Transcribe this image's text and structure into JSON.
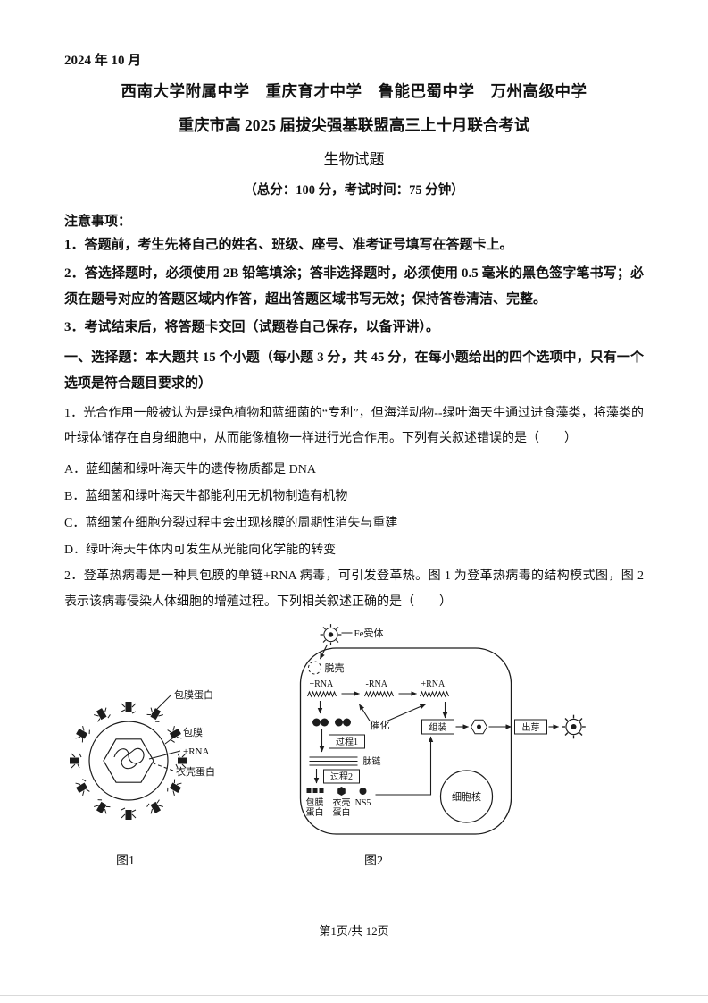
{
  "doc": {
    "date": "2024 年 10 月",
    "schools": "西南大学附属中学　重庆育才中学　鲁能巴蜀中学　万州高级中学",
    "title": "重庆市高 2025 届拔尖强基联盟高三上十月联合考试",
    "subject": "生物试题",
    "info": "（总分：100 分，考试时间：75 分钟）",
    "notice_heading": "注意事项：",
    "notices": [
      "1．答题前，考生先将自己的姓名、班级、座号、准考证号填写在答题卡上。",
      "2．答选择题时，必须使用 2B 铅笔填涂；答非选择题时，必须使用 0.5 毫米的黑色签字笔书写；必须在题号对应的答题区域内作答，超出答题区域书写无效；保持答卷清洁、完整。",
      "3．考试结束后，将答题卡交回（试题卷自己保存，以备评讲）。"
    ],
    "section_heading": "一、选择题：本大题共 15 个小题（每小题 3 分，共 45 分，在每小题给出的四个选项中，只有一个选项是符合题目要求的）",
    "q1": {
      "stem": "1．光合作用一般被认为是绿色植物和蓝细菌的“专利”，但海洋动物--绿叶海天牛通过进食藻类，将藻类的叶绿体储存在自身细胞中，从而能像植物一样进行光合作用。下列有关叙述错误的是（　　）",
      "options": [
        "A．蓝细菌和绿叶海天牛的遗传物质都是 DNA",
        "B．蓝细菌和绿叶海天牛都能利用无机物制造有机物",
        "C．蓝细菌在细胞分裂过程中会出现核膜的周期性消失与重建",
        "D．绿叶海天牛体内可发生从光能向化学能的转变"
      ]
    },
    "q2": {
      "stem": "2．登革热病毒是一种具包膜的单链+RNA 病毒，可引发登革热。图 1 为登革热病毒的结构模式图，图 2 表示该病毒侵染人体细胞的增殖过程。下列相关叙述正确的是（　　）"
    },
    "fig1": {
      "caption": "图1",
      "env_protein": "包膜蛋白",
      "envelope": "包膜",
      "rna": "+RNA",
      "capsid_protein": "衣壳蛋白"
    },
    "fig2": {
      "caption": "图2",
      "fe_receptor": "Fe受体",
      "uncoat": "脱壳",
      "plus_rna1": "+RNA",
      "minus_rna": "-RNA",
      "plus_rna2": "+RNA",
      "catalyze": "催化",
      "process1": "过程1",
      "peptide": "肽链",
      "process2": "过程2",
      "env_protein_l1": "包膜",
      "env_protein_l2": "蛋白",
      "capsid_l1": "衣壳",
      "capsid_l2": "蛋白",
      "ns5": "NS5",
      "assemble": "组装",
      "bud": "出芽",
      "nucleus": "细胞核"
    },
    "footer": "第1页/共 12页"
  }
}
